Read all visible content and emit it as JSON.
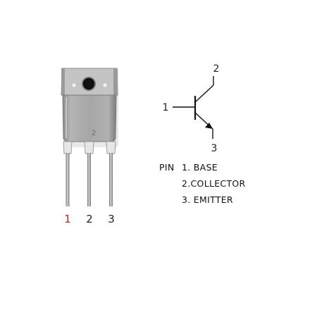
{
  "package": {
    "body_color": "#a3a3a3",
    "body_light": "#bfbfbf",
    "tab_color": "#c9c9c9",
    "hole_color": "#111111",
    "lead_color": "#8f8f8f",
    "lead_highlight": "#d9d9d9",
    "mark": "2",
    "lead_labels": [
      "1",
      "2",
      "3"
    ],
    "lead_label_colors": [
      "#c22222",
      "#222222",
      "#222222"
    ]
  },
  "symbol": {
    "type": "NPN transistor",
    "base_label": "1",
    "collector_label": "2",
    "emitter_label": "3"
  },
  "legend": {
    "prefix": "PIN",
    "items": [
      "1. BASE",
      "2.COLLECTOR",
      "3. EMITTER"
    ]
  }
}
